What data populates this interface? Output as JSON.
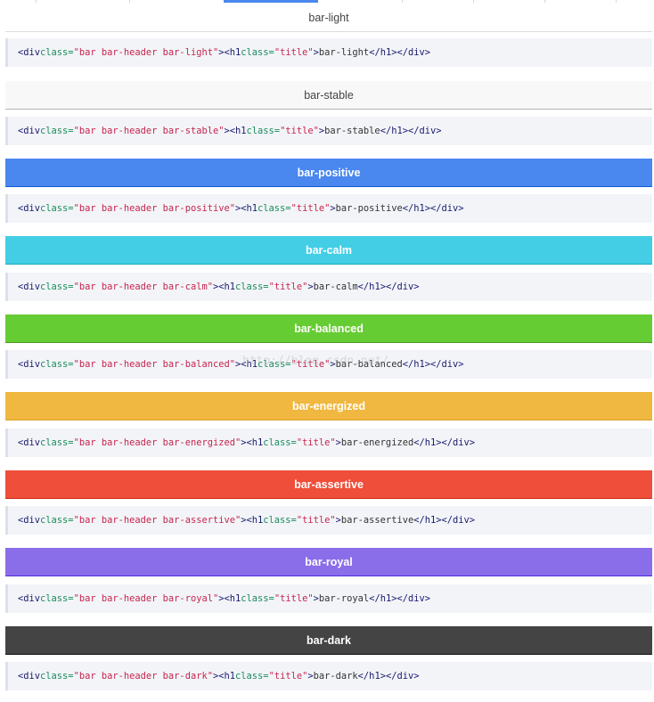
{
  "watermark": "http://blog.csdn.net/",
  "rows": [
    {
      "bar_title": "bar-light",
      "code": {
        "tag": "<div",
        "attr1": "class=",
        "classes": "\"bar bar-header bar-light\"",
        "mid": "><h1",
        "attr2": "class=",
        "titleclass": "\"title\"",
        "close": ">",
        "text": "bar-light",
        "end": "</h1></div>"
      }
    },
    {
      "bar_title": "bar-stable",
      "code": {
        "tag": "<div",
        "attr1": "class=",
        "classes": "\"bar bar-header bar-stable\"",
        "mid": "><h1",
        "attr2": "class=",
        "titleclass": "\"title\"",
        "close": ">",
        "text": "bar-stable",
        "end": "</h1></div>"
      }
    },
    {
      "bar_title": "bar-positive",
      "code": {
        "tag": "<div",
        "attr1": "class=",
        "classes": "\"bar bar-header bar-positive\"",
        "mid": "><h1",
        "attr2": "class=",
        "titleclass": "\"title\"",
        "close": ">",
        "text": "bar-positive",
        "end": "</h1></div>"
      }
    },
    {
      "bar_title": "bar-calm",
      "code": {
        "tag": "<div",
        "attr1": "class=",
        "classes": "\"bar bar-header bar-calm\"",
        "mid": "><h1",
        "attr2": "class=",
        "titleclass": "\"title\"",
        "close": ">",
        "text": "bar-calm",
        "end": "</h1></div>"
      }
    },
    {
      "bar_title": "bar-balanced",
      "code": {
        "tag": "<div",
        "attr1": "class=",
        "classes": "\"bar bar-header bar-balanced\"",
        "mid": "><h1",
        "attr2": "class=",
        "titleclass": "\"title\"",
        "close": ">",
        "text": "bar-balanced",
        "end": "</h1></div>"
      }
    },
    {
      "bar_title": "bar-energized",
      "code": {
        "tag": "<div",
        "attr1": "class=",
        "classes": "\"bar bar-header bar-energized\"",
        "mid": "><h1",
        "attr2": "class=",
        "titleclass": "\"title\"",
        "close": ">",
        "text": "bar-energized",
        "end": "</h1></div>"
      }
    },
    {
      "bar_title": "bar-assertive",
      "code": {
        "tag": "<div",
        "attr1": "class=",
        "classes": "\"bar bar-header bar-assertive\"",
        "mid": "><h1",
        "attr2": "class=",
        "titleclass": "\"title\"",
        "close": ">",
        "text": "bar-assertive",
        "end": "</h1></div>"
      }
    },
    {
      "bar_title": "bar-royal",
      "code": {
        "tag": "<div",
        "attr1": "class=",
        "classes": "\"bar bar-header bar-royal\"",
        "mid": "><h1",
        "attr2": "class=",
        "titleclass": "\"title\"",
        "close": ">",
        "text": "bar-royal",
        "end": "</h1></div>"
      }
    },
    {
      "bar_title": "bar-dark",
      "code": {
        "tag": "<div",
        "attr1": "class=",
        "classes": "\"bar bar-header bar-dark\"",
        "mid": "><h1",
        "attr2": "class=",
        "titleclass": "\"title\"",
        "close": ">",
        "text": "bar-dark",
        "end": "</h1></div>"
      }
    }
  ],
  "colors": {
    "light": "#ffffff",
    "stable": "#f8f8f8",
    "positive": "#4a87ee",
    "calm": "#43cee6",
    "balanced": "#66cc33",
    "energized": "#f0b840",
    "assertive": "#ef4e3a",
    "royal": "#8a6de9",
    "dark": "#444444"
  }
}
